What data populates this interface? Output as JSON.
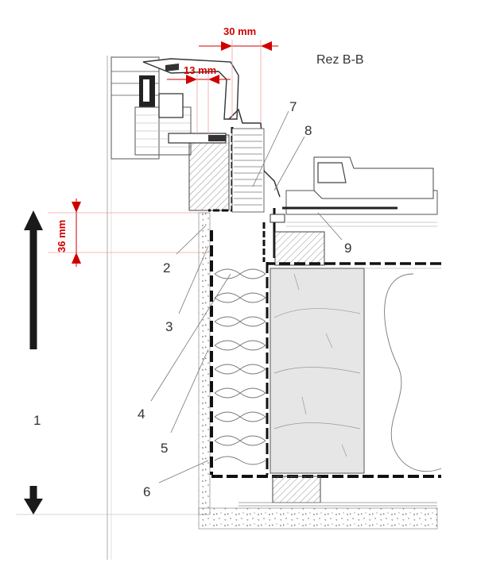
{
  "title": "Rez B-B",
  "dimensions": {
    "top_width": "30 mm",
    "gap": "13 mm",
    "height": "36 mm"
  },
  "callouts": {
    "c1": "1",
    "c2": "2",
    "c3": "3",
    "c4": "4",
    "c5": "5",
    "c6": "6",
    "c7": "7",
    "c8": "8",
    "c9": "9"
  },
  "colors": {
    "dimension": "#d00000",
    "line": "#333333",
    "arrow": "#1a1a1a"
  }
}
